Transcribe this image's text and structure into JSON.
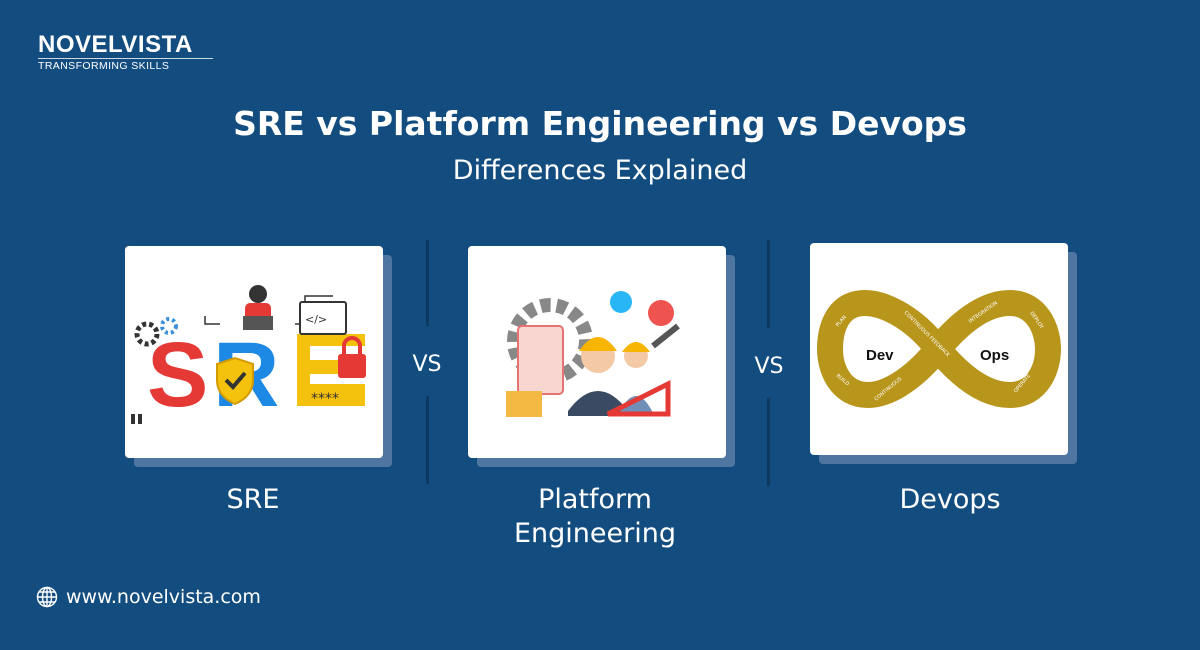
{
  "brand": {
    "name": "NOVELVISTA",
    "tagline": "TRANSFORMING SKILLS"
  },
  "header": {
    "title": "SRE vs Platform Engineering vs Devops",
    "subtitle": "Differences Explained"
  },
  "separators": [
    "VS",
    "VS"
  ],
  "cards": [
    {
      "label": "SRE",
      "illustration_text": "SRE"
    },
    {
      "label_line1": "Platform",
      "label_line2": "Engineering"
    },
    {
      "label": "Devops",
      "illustration": {
        "left": "Dev",
        "right": "Ops",
        "stages": [
          "PLAN",
          "BUILD",
          "CONTINUOUS",
          "CONTINUOUS FEEDBACK",
          "INTEGRATION",
          "DEPLOY",
          "OPERATE"
        ]
      }
    }
  ],
  "footer": {
    "website": "www.novelvista.com",
    "icon": "globe-icon"
  },
  "colors": {
    "background": "#134d80",
    "card": "#ffffff",
    "devops_gold": "#b8961c"
  }
}
